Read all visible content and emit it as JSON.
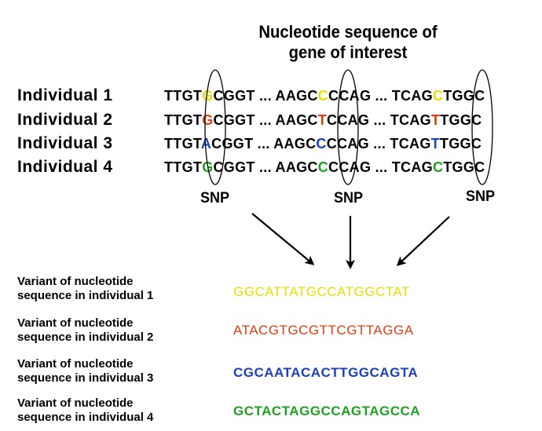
{
  "title_line1": "Nucleotide sequence of",
  "title_line2": "gene of interest",
  "individuals": [
    {
      "label": "Individual 1",
      "seg1a": "TTGT",
      "snp1": "G",
      "seg1b": "CGGT ... AAGC",
      "snp2": "C",
      "seg2b": "CCAG ... TCAG",
      "snp3": "C",
      "seg3b": "TGGC",
      "snp_colors": [
        "#e8e000",
        "#e8e000",
        "#e8e000"
      ]
    },
    {
      "label": "Individual 2",
      "seg1a": "TTGT",
      "snp1": "G",
      "seg1b": "CGGT ... AAGC",
      "snp2": "T",
      "seg2b": "CCAG ... TCAG",
      "snp3": "T",
      "seg3b": "TGGC",
      "snp_colors": [
        "#e03c10",
        "#e03c10",
        "#e03c10"
      ]
    },
    {
      "label": "Individual 3",
      "seg1a": "TTGT",
      "snp1": "A",
      "seg1b": "CGGT ... AAGC",
      "snp2": "C",
      "seg2b": "CCAG ... TCAG",
      "snp3": "T",
      "seg3b": "TGGC",
      "snp_colors": [
        "#1a3fc0",
        "#1a3fc0",
        "#1a3fc0"
      ]
    },
    {
      "label": "Individual 4",
      "seg1a": "TTGT",
      "snp1": "G",
      "seg1b": "CGGT ... AAGC",
      "snp2": "C",
      "seg2b": "CCAG ... TCAG",
      "snp3": "C",
      "seg3b": "TGGC",
      "snp_colors": [
        "#20a020",
        "#20a020",
        "#20a020"
      ]
    }
  ],
  "snp_label": "SNP",
  "variants": [
    {
      "label_line1": "Variant of nucleotide",
      "label_line2": "sequence in individual 1",
      "sequence": "GGCATTATGCCATGGCTAT",
      "color": "#e8e000"
    },
    {
      "label_line1": "Variant of nucleotide",
      "label_line2": "sequence in individual 2",
      "sequence": "ATACGTGCGTTCGTTAGGA",
      "color": "#e03c10"
    },
    {
      "label_line1": "Variant of nucleotide",
      "label_line2": "sequence in individual 3",
      "sequence": "CGCAATACACTTGGCAGTA",
      "color": "#1a3fc0"
    },
    {
      "label_line1": "Variant of nucleotide",
      "label_line2": "sequence in individual 4",
      "sequence": "GCTACTAGGCCAGTAGCCA",
      "color": "#20a020"
    }
  ]
}
